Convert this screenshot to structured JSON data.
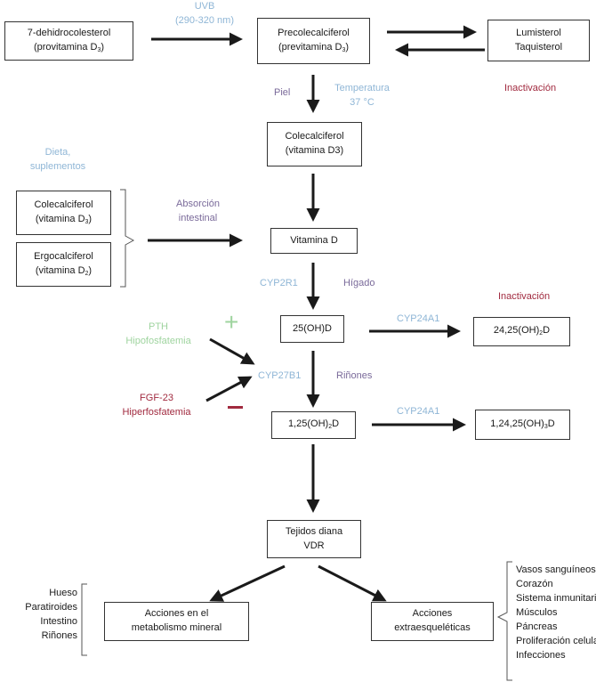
{
  "boxes": {
    "dehidro": {
      "l1": "7-dehidrocolesterol",
      "l2a": "(provitamina D",
      "l2sub": "3",
      "l2b": ")"
    },
    "precol": {
      "l1": "Precolecalciferol",
      "l2a": "(previtamina D",
      "l2sub": "3",
      "l2b": ")"
    },
    "lumi": {
      "l1": "Lumisterol",
      "l2": "Taquisterol"
    },
    "colecal": {
      "l1": "Colecalciferol",
      "l2": "(vitamina D3)"
    },
    "colecal2": {
      "l1": "Colecalciferol",
      "l2a": "(vitamina D",
      "l2sub": "3",
      "l2b": ")"
    },
    "ergo": {
      "l1": "Ergocalciferol",
      "l2a": "(vitamina D",
      "l2sub": "2",
      "l2b": ")"
    },
    "vitd": {
      "l1": "Vitamina D"
    },
    "oh25": {
      "l1": "25(OH)D"
    },
    "oh2425": {
      "a": "24,25(OH)",
      "sub": "2",
      "b": "D"
    },
    "oh125": {
      "a": "1,25(OH)",
      "sub": "2",
      "b": "D"
    },
    "oh12425": {
      "a": "1,24,25(OH)",
      "sub": "3",
      "b": "D"
    },
    "tejidos": {
      "l1": "Tejidos diana",
      "l2": "VDR"
    },
    "mineral": {
      "l1": "Acciones en el",
      "l2": "metabolismo mineral"
    },
    "extra": {
      "l1": "Acciones",
      "l2": "extraesqueléticas"
    }
  },
  "labels": {
    "uvb": "UVB",
    "uvb_range": "(290-320 nm)",
    "piel": "Piel",
    "temperatura": "Temperatura",
    "temp_value": "37 °C",
    "inactivacion1": "Inactivación",
    "dieta": "Dieta,",
    "suplementos": "suplementos",
    "absorcion": "Absorción",
    "intestinal": "intestinal",
    "cyp2r1": "CYP2R1",
    "higado": "Hígado",
    "inactivacion2": "Inactivación",
    "cyp24a1_1": "CYP24A1",
    "pth": "PTH",
    "hipofosfatemia": "Hipofosfatemia",
    "plus": "+",
    "cyp27b1": "CYP27B1",
    "rinones": "Riñones",
    "fgf23": "FGF-23",
    "hiperfosfatemia": "Hiperfosfatemia",
    "minus": "−",
    "cyp24a1_2": "CYP24A1"
  },
  "left_list": [
    "Hueso",
    "Paratiroides",
    "Intestino",
    "Riñones"
  ],
  "right_list": [
    "Vasos sanguíneos",
    "Corazón",
    "Sistema inmunitario",
    "Músculos",
    "Páncreas",
    "Proliferación celular",
    "Infecciones"
  ],
  "colors": {
    "blue": "#8fb6d6",
    "purple": "#7a6a9a",
    "red": "#a12a3f",
    "green": "#9fd49f"
  }
}
